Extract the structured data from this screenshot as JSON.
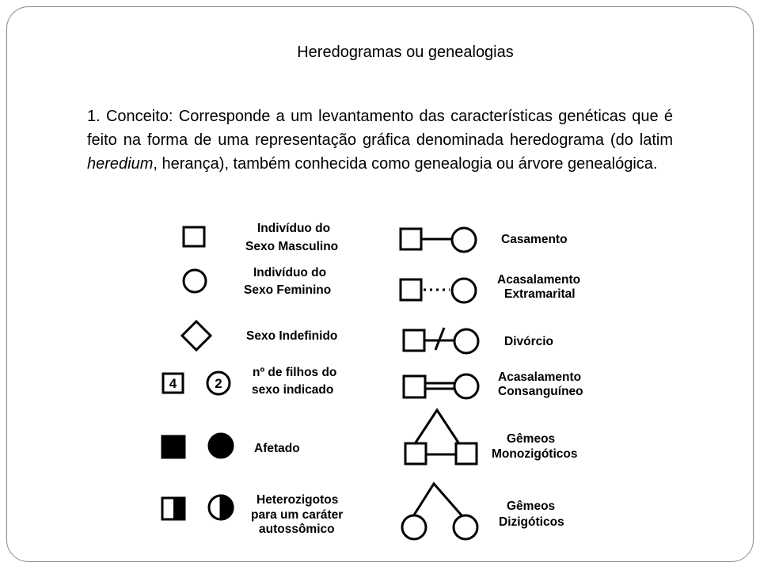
{
  "slide": {
    "title": "Heredogramas ou genealogias",
    "concept": {
      "part1": "1. Conceito: Corresponde a um levantamento das características genéticas que é  feito na forma de uma representação gráfica denominada heredograma (do latim ",
      "italic": "heredium",
      "part2": ", herança), também conhecida como genealogia ou árvore genealógica."
    }
  },
  "legend": {
    "left": [
      {
        "lines": [
          "Indivíduo do",
          "Sexo Masculino"
        ],
        "icon": "square-icon"
      },
      {
        "lines": [
          "Indivíduo do",
          "Sexo Feminino"
        ],
        "icon": "circle-icon"
      },
      {
        "lines": [
          "Sexo Indefinido"
        ],
        "icon": "diamond-icon"
      },
      {
        "lines": [
          "nº de filhos do",
          "sexo indicado"
        ],
        "icon": "numbered-square-circle-icon",
        "square_number": "4",
        "circle_number": "2"
      },
      {
        "lines": [
          "Afetado"
        ],
        "icon": "filled-square-circle-icon"
      },
      {
        "lines": [
          "Heterozigotos",
          "para um caráter",
          "autossômico"
        ],
        "icon": "half-filled-square-circle-icon"
      }
    ],
    "right": [
      {
        "lines": [
          "Casamento"
        ],
        "icon": "marriage-line-icon"
      },
      {
        "lines": [
          "Acasalamento",
          "Extramarital"
        ],
        "icon": "dotted-line-icon"
      },
      {
        "lines": [
          "Divórcio"
        ],
        "icon": "divorce-slash-icon"
      },
      {
        "lines": [
          "Acasalamento",
          "Consanguíneo"
        ],
        "icon": "double-line-icon"
      },
      {
        "lines": [
          "Gêmeos",
          "Monozigóticos"
        ],
        "icon": "monozygotic-twins-icon"
      },
      {
        "lines": [
          "Gêmeos",
          "Dizigóticos"
        ],
        "icon": "dizygotic-twins-icon"
      }
    ]
  }
}
